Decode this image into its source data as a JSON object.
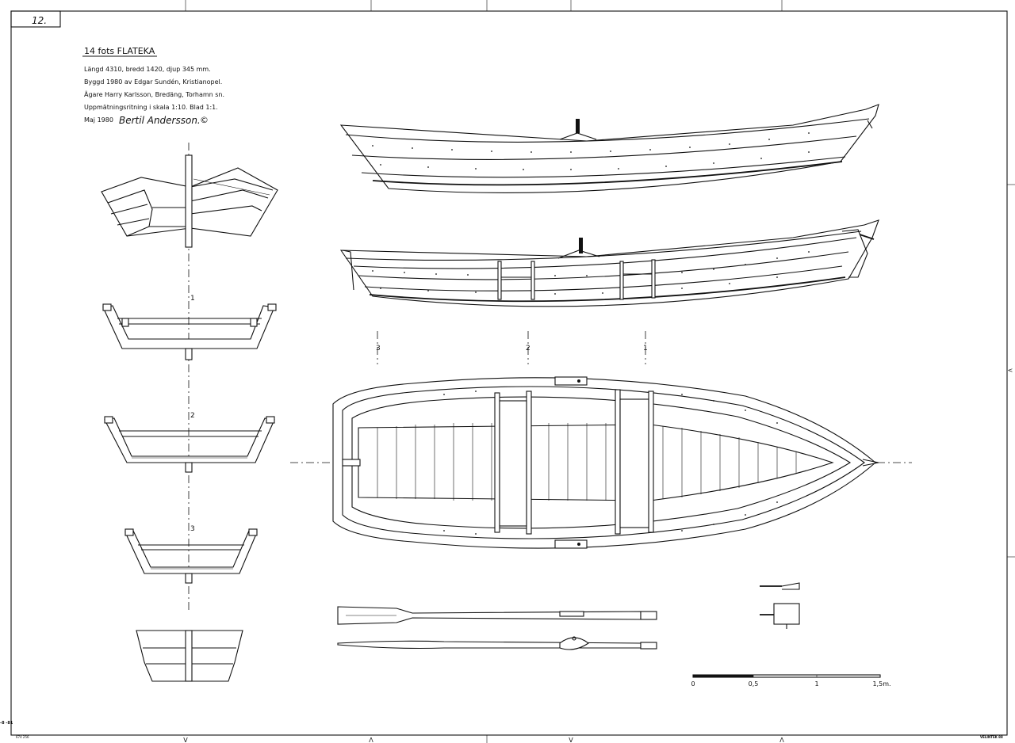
{
  "sheet": {
    "number": "12.",
    "title": "14 fots FLATEKA",
    "info_lines": [
      "Längd 4310, bredd 1420, djup 345 mm.",
      "Byggd 1980 av Edgar Sundén, Kristianopel.",
      "Ägare Harry Karlsson, Bredäng, Torhamn sn.",
      "Uppmätningsritning i skala 1:10. Blad 1:1."
    ],
    "date_line": "Maj 1980",
    "signature": "Bertil Andersson.",
    "copyright_mark": "©"
  },
  "sections": {
    "labels": [
      "1",
      "2",
      "3"
    ],
    "profile_labels": [
      "3",
      "2",
      "1"
    ]
  },
  "scale_bar": {
    "ticks": [
      "0",
      "0,5",
      "1",
      "1,5m."
    ]
  },
  "margins": {
    "bottom_left_code": "674 256",
    "bottom_right_code": "VELINTEK 88",
    "left_edge_code": "-8\n-81",
    "edge_marks": [
      "V",
      "Λ",
      "V",
      "Λ",
      "<"
    ]
  }
}
